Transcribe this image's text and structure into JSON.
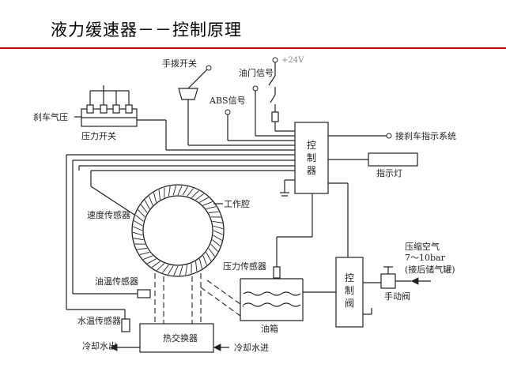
{
  "title": "液力缓速器－－控制原理",
  "accent_color": "#c00000",
  "labels": {
    "brake_pressure": "刹车气压",
    "pressure_switch": "压力开关",
    "hand_switch": "手拨开关",
    "throttle_signal": "油门信号",
    "power": "+24V",
    "abs_signal": "ABS信号",
    "controller": "控制器",
    "brake_indicator_system": "接刹车指示系统",
    "indicator_lamp": "指示灯",
    "working_chamber": "工作腔",
    "speed_sensor": "速度传感器",
    "pressure_sensor": "压力传感器",
    "oil_temp_sensor": "油温传感器",
    "water_temp_sensor": "水温传感器",
    "oil_tank": "油箱",
    "control_valve": "控制阀",
    "compressed_air": "压缩空气",
    "air_range": "7～10bar",
    "after_tank": "(接后储气罐)",
    "manual_valve": "手动阀",
    "heat_exchanger": "热交换器",
    "coolant_out": "冷却水出",
    "coolant_in": "冷却水进"
  }
}
